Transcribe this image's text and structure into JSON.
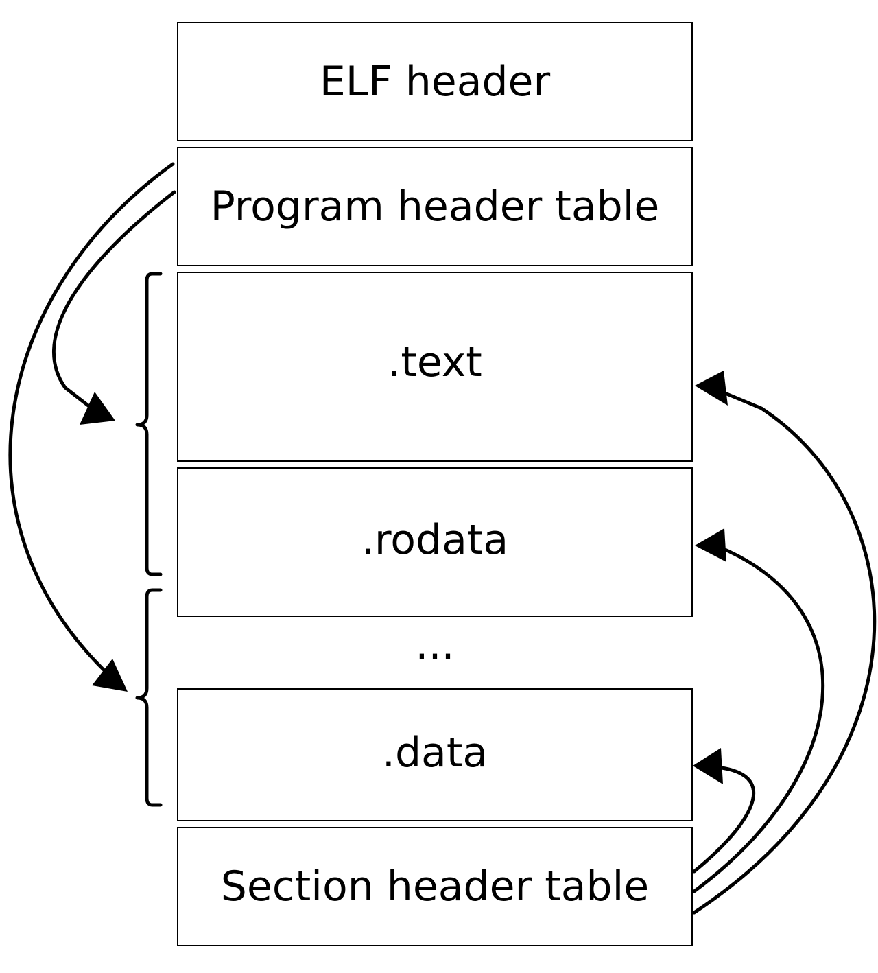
{
  "diagram": {
    "blocks": {
      "elf_header": "ELF header",
      "program_header_table": "Program header table",
      "text": ".text",
      "rodata": ".rodata",
      "ellipsis": "...",
      "data": ".data",
      "section_header_table": "Section header table"
    },
    "stroke_color": "#000000",
    "fill_color": "#ffffff"
  }
}
